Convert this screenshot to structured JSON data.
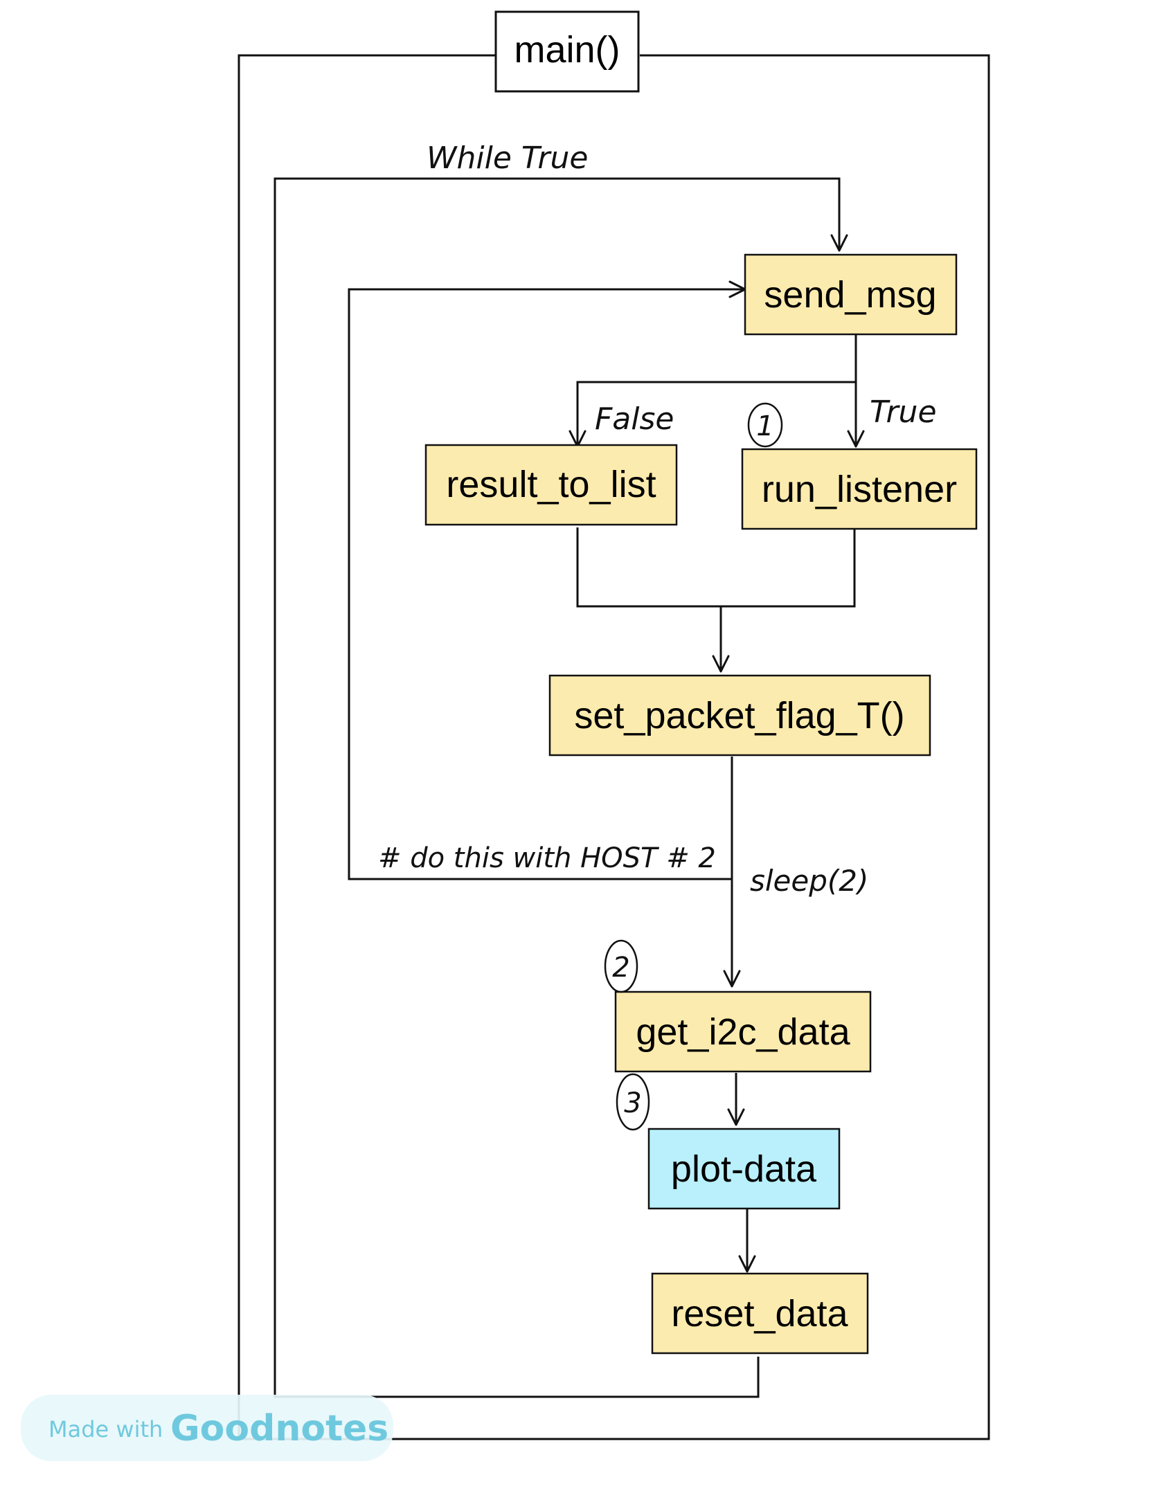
{
  "diagram": {
    "nodes": {
      "main": "main()",
      "send_msg": "send_msg",
      "result_to_list": "result_to_list",
      "run_listener": "run_listener",
      "set_packet_flag": "set_packet_flag_T()",
      "get_i2c_data": "get_i2c_data",
      "plot_data": "plot-data",
      "reset_data": "reset_data"
    },
    "labels": {
      "while_true": "While True",
      "false_branch": "False",
      "true_branch": "True",
      "comment_host": "# do this with HOST # 2",
      "sleep": "sleep(2)"
    },
    "markers": {
      "m1": "1",
      "m2": "2",
      "m3": "3"
    },
    "colors": {
      "node_fill": "#FCEBAE",
      "plot_fill": "#B9F0FB",
      "stroke": "#111111",
      "watermark_bg": "#E7F7FB",
      "watermark_text": "#6FC9DE"
    }
  },
  "watermark": {
    "prefix": "Made with",
    "brand": "Goodnotes"
  }
}
